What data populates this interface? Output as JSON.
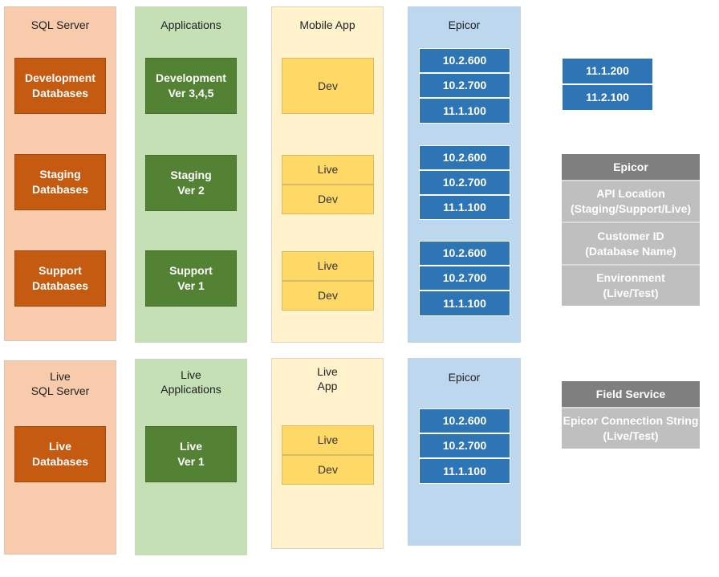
{
  "top": {
    "sql": {
      "title": "SQL Server",
      "boxes": [
        "Development\nDatabases",
        "Staging\nDatabases",
        "Support\nDatabases"
      ]
    },
    "apps": {
      "title": "Applications",
      "boxes": [
        "Development\nVer 3,4,5",
        "Staging\nVer 2",
        "Support\nVer 1"
      ]
    },
    "mobile": {
      "title": "Mobile App",
      "dev_only": "Dev",
      "live": "Live",
      "dev": "Dev"
    },
    "epicor": {
      "title": "Epicor",
      "versions": [
        "10.2.600",
        "10.2.700",
        "11.1.100"
      ]
    }
  },
  "bottom": {
    "sql": {
      "title": "Live\nSQL Server",
      "box": "Live\nDatabases"
    },
    "apps": {
      "title": "Live\nApplications",
      "box": "Live\nVer 1"
    },
    "mobile": {
      "title": "Live\nApp",
      "live": "Live",
      "dev": "Dev"
    },
    "epicor": {
      "title": "Epicor",
      "versions": [
        "10.2.600",
        "10.2.700",
        "11.1.100"
      ]
    }
  },
  "future_versions": [
    "11.1.200",
    "11.2.100"
  ],
  "epicor_panel": {
    "header": "Epicor",
    "rows": [
      "API Location\n(Staging/Support/Live)",
      "Customer ID\n(Database Name)",
      "Environment\n(Live/Test)"
    ]
  },
  "field_service_panel": {
    "header": "Field Service",
    "rows": [
      "Epicor Connection String\n(Live/Test)"
    ]
  }
}
